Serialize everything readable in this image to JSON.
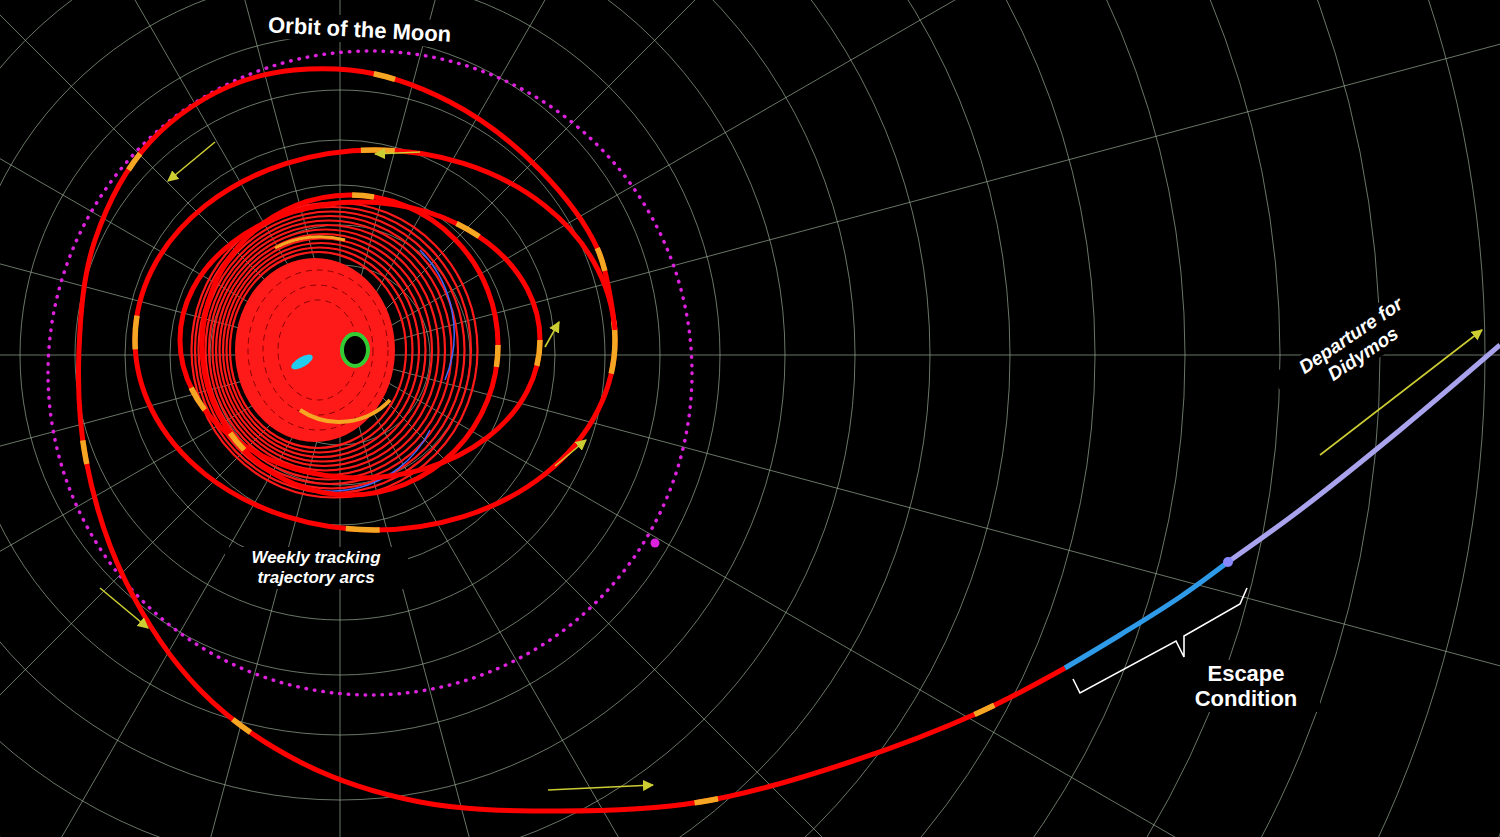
{
  "diagram": {
    "labels": [
      "Orbit of the Moon",
      "Weekly tracking trajectory arcs",
      "Escape Condition",
      "Departure for Didymos"
    ]
  }
}
